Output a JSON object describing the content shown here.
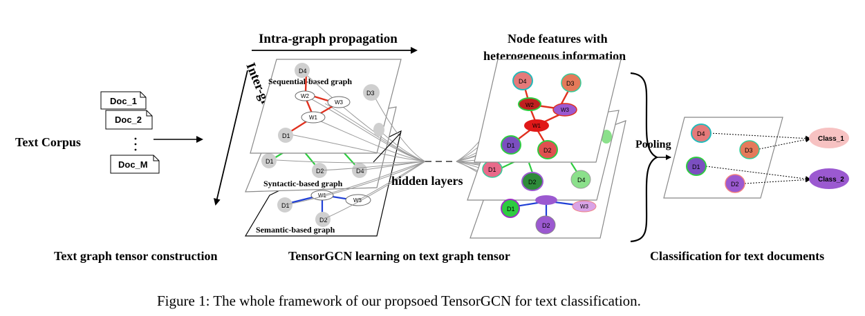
{
  "labels": {
    "text_corpus": "Text Corpus",
    "intra_graph": "Intra-graph propagation",
    "inter_graph": "Inter-graph propagation",
    "node_features_1": "Node features with",
    "node_features_2": "heterogeneous information",
    "hidden_layers": "hidden layers",
    "pooling": "Pooling",
    "sequential_graph": "Sequential-based graph",
    "syntactic_graph": "Syntactic-based graph",
    "semantic_graph": "Semantic-based graph",
    "section_1": "Text graph tensor  construction",
    "section_2": "TensorGCN  learning on  text graph tensor",
    "section_3": "Classification for text documents",
    "caption": "Figure 1: The whole framework of our propsoed TensorGCN for text classification."
  },
  "docs": [
    "Doc_1",
    "Doc_2",
    "Doc_M"
  ],
  "node_labels": {
    "d4": "D4",
    "d3": "D3",
    "d2": "D2",
    "d1": "D1",
    "w1": "W1",
    "w2": "W2",
    "w3": "W3"
  },
  "classes": [
    "Class_1",
    "Class_2"
  ],
  "colors": {
    "sequential_edge": "#e0301e",
    "syntactic_edge": "#2ecc40",
    "semantic_edge": "#1f3fd6",
    "doc_node": "#cfcfcf",
    "class_1": "#f7c2c2",
    "class_2": "#9b59d0"
  }
}
